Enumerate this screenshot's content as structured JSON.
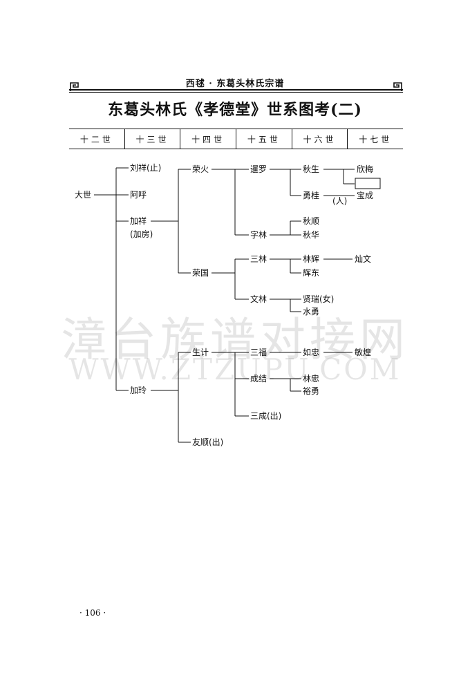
{
  "header": {
    "running_title": "西毬 · 东葛头林氏宗谱",
    "title": "东葛头林氏《孝德堂》世系图考(二)"
  },
  "generations": [
    "十二世",
    "十三世",
    "十四世",
    "十五世",
    "十六世",
    "十七世"
  ],
  "tree": {
    "g12_dashi": "大世",
    "g13_liuxiang": "刘祥(止)",
    "g13_ahu": "阿呼",
    "g13_jiaxiang": "加祥",
    "g13_jiaxiang_note": "(加房)",
    "g13_jialing": "加玲",
    "g14_ronghuo": "荣火",
    "g14_rongguo": "荣国",
    "g14_shengji": "生计",
    "g14_youshun": "友顺(出)",
    "g15_xianluo": "暹罗",
    "g15_zilin": "字林",
    "g15_sanlin": "三林",
    "g15_wenlin": "文林",
    "g15_sanfu": "三福",
    "g15_chengjie": "成结",
    "g15_sancheng": "三成(出)",
    "g16_qiusheng": "秋生",
    "g16_yonggui": "勇桂",
    "g16_yonggui_note": "(人)",
    "g16_qiushun": "秋顺",
    "g16_qiuhua": "秋华",
    "g16_linhui": "林辉",
    "g16_huidong": "辉东",
    "g16_xianrui": "贤瑞(女)",
    "g16_shuiyong": "水勇",
    "g16_ruzhong": "如忠",
    "g16_linzhong": "林忠",
    "g16_yuyong": "裕勇",
    "g17_xinmei": "欣梅",
    "g17_baocheng": "宝成",
    "g17_canwen": "灿文",
    "g17_minhuang": "敏煌"
  },
  "watermark": {
    "cn": "漳台族谱对接网",
    "url": "WWW.ZTZUPU.COM"
  },
  "page_number": "· 106 ·"
}
